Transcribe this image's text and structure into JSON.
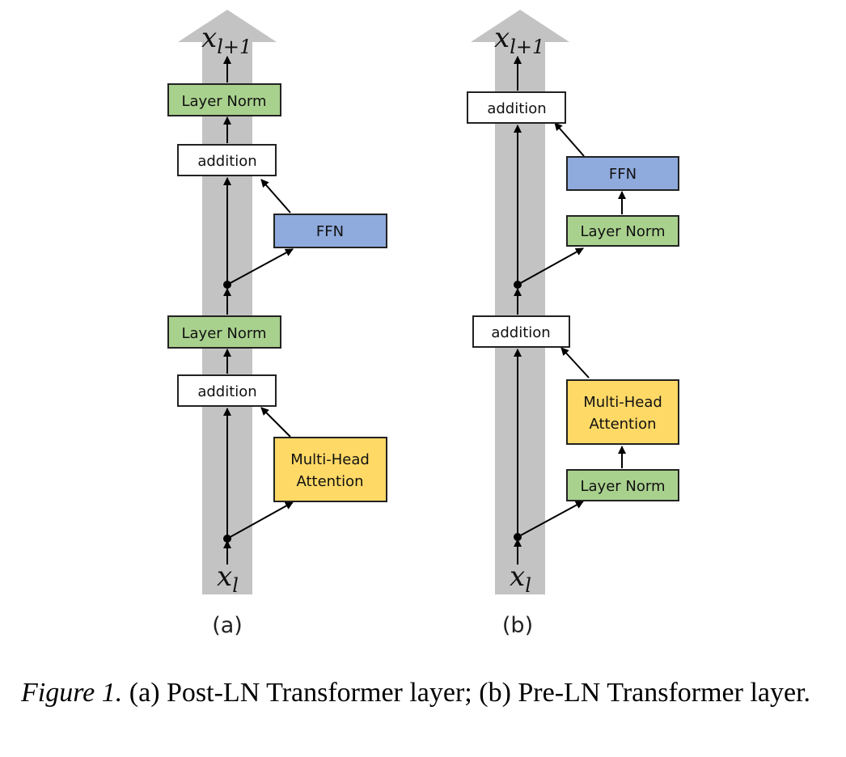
{
  "colors": {
    "residual_stream": "#c3c3c3",
    "layer_norm": "#a9d18e",
    "ffn": "#8faadc",
    "attention": "#ffd966",
    "addition": "#ffffff",
    "box_border": "#222222"
  },
  "diagram_a": {
    "output_label": "x",
    "output_subscript": "l+1",
    "input_label": "x",
    "input_subscript": "l",
    "panel_label": "(a)",
    "layer_norm_top": "Layer Norm",
    "addition_top": "addition",
    "ffn": "FFN",
    "layer_norm_bottom": "Layer Norm",
    "addition_bottom": "addition",
    "attention_line1": "Multi-Head",
    "attention_line2": "Attention"
  },
  "diagram_b": {
    "output_label": "x",
    "output_subscript": "l+1",
    "input_label": "x",
    "input_subscript": "l",
    "panel_label": "(b)",
    "addition_top": "addition",
    "ffn": "FFN",
    "layer_norm_ffn": "Layer Norm",
    "addition_bottom": "addition",
    "attention_line1": "Multi-Head",
    "attention_line2": "Attention",
    "layer_norm_attention": "Layer Norm"
  },
  "caption": {
    "figure_label": "Figure 1.",
    "text": " (a) Post-LN Transformer layer; (b) Pre-LN Transformer layer."
  }
}
